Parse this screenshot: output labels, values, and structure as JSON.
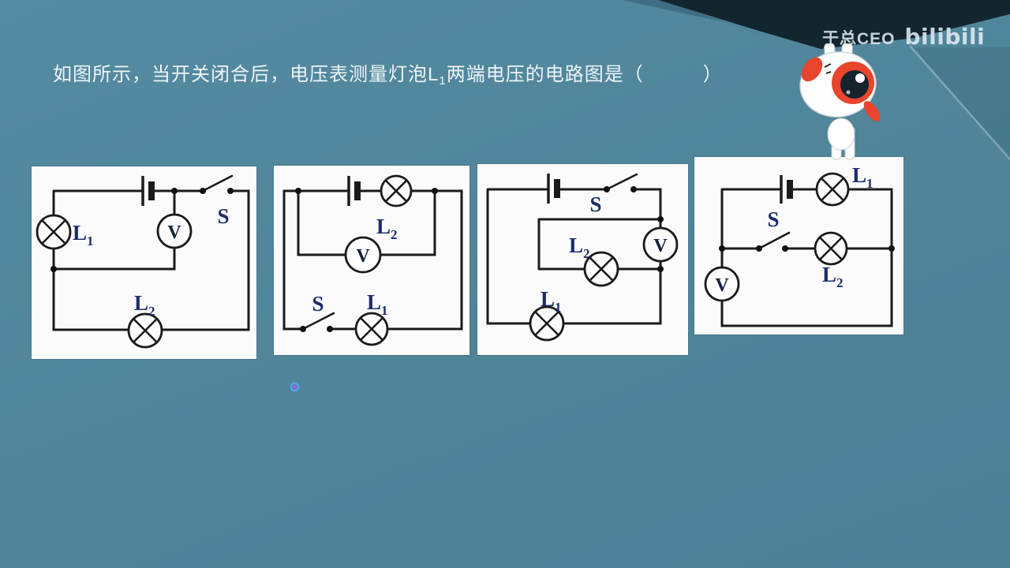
{
  "watermark": {
    "author": "于总CEO",
    "brand": "bilibili"
  },
  "question": {
    "prefix": "如图所示，当开关闭合后，电压表测量灯泡L",
    "subscript": "1",
    "suffix": "两端电压的电路图是（　　　）"
  },
  "circuits": [
    {
      "switch_label": "S",
      "meter": "V",
      "lamp1": {
        "base": "L",
        "sub": "1"
      },
      "lamp2": {
        "base": "L",
        "sub": "2"
      }
    },
    {
      "switch_label": "S",
      "meter": "V",
      "lamp1": {
        "base": "L",
        "sub": "1"
      },
      "lamp2": {
        "base": "L",
        "sub": "2"
      }
    },
    {
      "switch_label": "S",
      "meter": "V",
      "lamp1": {
        "base": "L",
        "sub": "1"
      },
      "lamp2": {
        "base": "L",
        "sub": "2"
      }
    },
    {
      "switch_label": "S",
      "meter": "V",
      "lamp1": {
        "base": "L",
        "sub": "1"
      },
      "lamp2": {
        "base": "L",
        "sub": "2"
      }
    }
  ],
  "colors": {
    "background": "#4f8499",
    "dark_wedge": "#132630",
    "question_text": "#eef5f8",
    "circuit_label": "#1c2c6b",
    "wire": "#1b1b1b",
    "mascot_red": "#e8452c"
  }
}
